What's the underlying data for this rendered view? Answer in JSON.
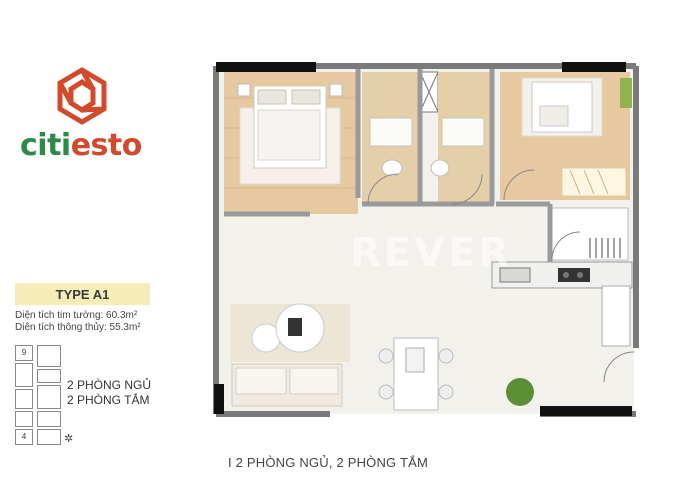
{
  "brand": {
    "part1": "citi",
    "part2": "esto"
  },
  "unit": {
    "type_label": "TYPE A1"
  },
  "areas": {
    "wall": "Diện tích tim tường: 60.3m²",
    "clear": "Diện tích thông thủy: 55.3m²"
  },
  "keyplan": {
    "floor_top": "9",
    "floor_bottom": "4"
  },
  "legend": {
    "bedrooms": "2 PHÒNG NGỦ",
    "bathrooms": "2 PHÒNG TẮM"
  },
  "watermark": "REVER",
  "caption": "I 2 PHÒNG NGỦ, 2 PHÒNG TẮM",
  "colors": {
    "brand_green": "#2f8a4a",
    "brand_orange": "#d24a2b",
    "type_band": "#f6ecb8",
    "wood": "#e4c79f",
    "tile": "#f2eee6"
  }
}
